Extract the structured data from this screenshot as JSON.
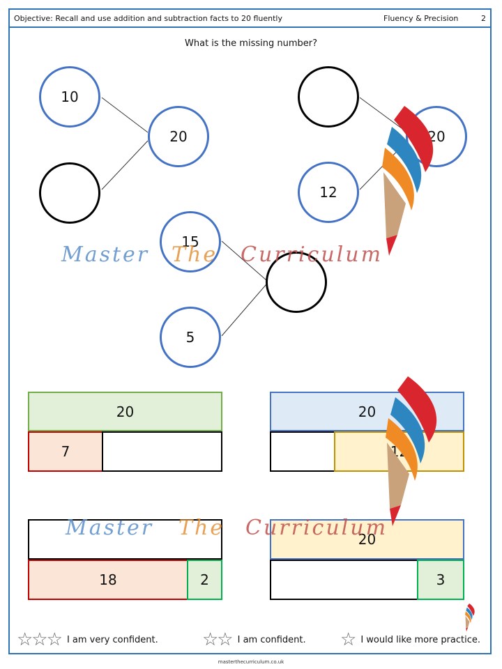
{
  "header": {
    "objective": "Objective: Recall and use addition and subtraction facts to 20 fluently",
    "title": "Fluency & Precision",
    "page_number": "2"
  },
  "question": "What is the missing number?",
  "bonds": [
    {
      "whole": "20",
      "part_a": "10",
      "part_b": ""
    },
    {
      "whole": "20",
      "part_a": "",
      "part_b": "12"
    },
    {
      "whole": "",
      "part_a": "15",
      "part_b": "5"
    }
  ],
  "bar_models": [
    {
      "whole": "20",
      "part_a": "7",
      "part_b": ""
    },
    {
      "whole": "20",
      "part_a": "",
      "part_b": "12"
    },
    {
      "whole": "",
      "part_a": "18",
      "part_b": "2"
    },
    {
      "whole": "20",
      "part_a": "",
      "part_b": "3"
    }
  ],
  "watermark": {
    "word1": "Master",
    "word2": "The",
    "word3": "Curriculum"
  },
  "confidence": [
    {
      "stars": "☆☆☆",
      "label": "I am very confident."
    },
    {
      "stars": "☆☆",
      "label": "I am confident."
    },
    {
      "stars": "☆",
      "label": "I would like more practice."
    }
  ],
  "website": "masterthecurriculum.co.uk",
  "colors": {
    "border_blue": "#4472c4",
    "green_border": "#70ad47",
    "green_fill": "#e2efd9",
    "blue_fill": "#deebf7",
    "red_border": "#c00000",
    "peach_fill": "#fbe5d6",
    "gold_border": "#bf9000",
    "cream_fill": "#fff2cc"
  }
}
